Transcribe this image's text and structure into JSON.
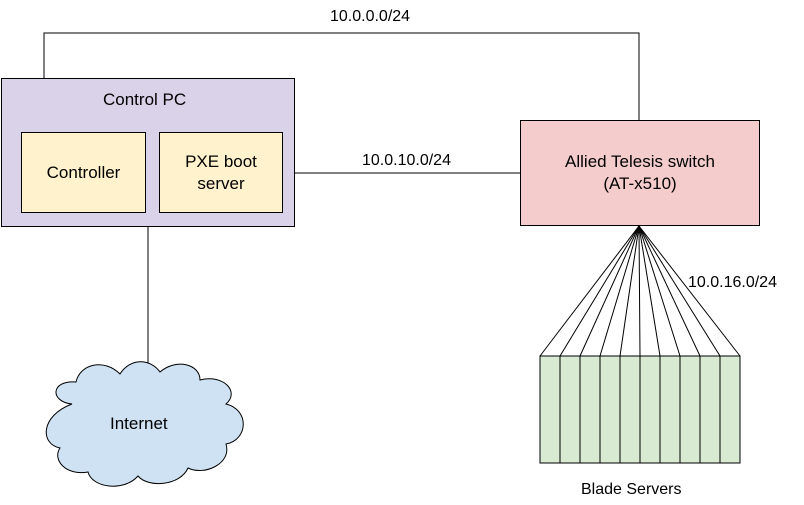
{
  "colors": {
    "control_pc_fill": "#d9d2e9",
    "module_fill": "#fff2cc",
    "switch_fill": "#f4cccc",
    "blade_fill": "#d9ead3",
    "cloud_fill": "#cfe2f3",
    "stroke": "#000000"
  },
  "networks": {
    "top_subnet": "10.0.0.0/24",
    "middle_subnet": "10.0.10.0/24",
    "blade_subnet": "10.0.16.0/24"
  },
  "control_pc": {
    "title": "Control PC",
    "controller_label": "Controller",
    "pxe_line1": "PXE boot",
    "pxe_line2": "server"
  },
  "switch": {
    "line1": "Allied Telesis switch",
    "line2": "(AT-x510)"
  },
  "internet": {
    "label": "Internet"
  },
  "blade_servers": {
    "label": "Blade Servers",
    "count": 10
  }
}
